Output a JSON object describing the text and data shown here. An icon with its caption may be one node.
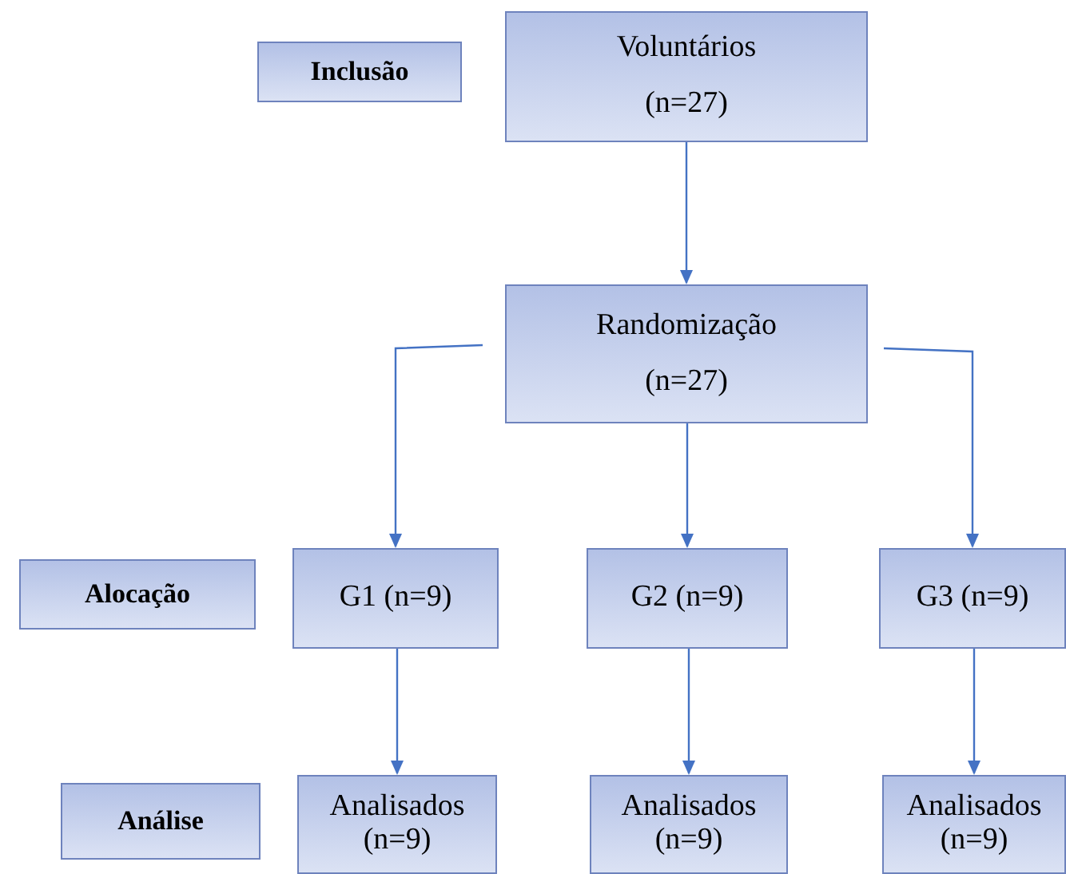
{
  "diagram": {
    "nodes": [
      {
        "text": [
          "Inclusão"
        ]
      },
      {
        "text": [
          "Voluntários",
          "(n=27)"
        ]
      },
      {
        "text": [
          "Randomização",
          "(n=27)"
        ]
      },
      {
        "text": [
          "Alocação"
        ]
      },
      {
        "text": [
          "G1 (n=9)"
        ]
      },
      {
        "text": [
          "G2 (n=9)"
        ]
      },
      {
        "text": [
          "G3 (n=9)"
        ]
      },
      {
        "text": [
          "Análise"
        ]
      },
      {
        "text": [
          "Analisados (n=9)"
        ]
      },
      {
        "text": [
          "Analisados (n=9)"
        ]
      },
      {
        "text": [
          "Analisados (n=9)"
        ]
      }
    ],
    "edges": [
      {
        "from": 1,
        "to": 2,
        "arrow": "to"
      },
      {
        "from": 2,
        "to": 4,
        "arrow": "to"
      },
      {
        "from": 2,
        "to": 5,
        "arrow": "to"
      },
      {
        "from": 2,
        "to": 6,
        "arrow": "to"
      },
      {
        "from": 4,
        "to": 8,
        "arrow": "to"
      },
      {
        "from": 5,
        "to": 9,
        "arrow": "to"
      },
      {
        "from": 6,
        "to": 10,
        "arrow": "to"
      }
    ]
  }
}
